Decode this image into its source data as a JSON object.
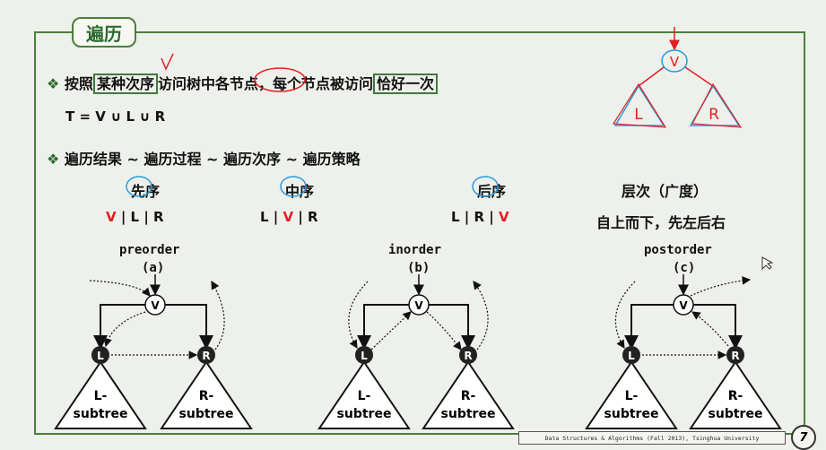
{
  "title": "遍历",
  "line1": {
    "bullet": "❖",
    "p1": "按照",
    "p2": "某种次序",
    "p3": "访问树中各",
    "p4": "节点",
    "p5": "，每个节点被访问",
    "p6": "恰好一次"
  },
  "formula": "T = V ∪ L ∪ R",
  "line2": {
    "bullet": "❖",
    "text": "遍历结果 ~ 遍历过程 ~ 遍历次序 ~ 遍历策略"
  },
  "orders": {
    "preorder": {
      "cn": "先序",
      "seq": [
        "V",
        "L",
        "R"
      ],
      "en": "preorder",
      "tag": "(a)"
    },
    "inorder": {
      "cn": "中序",
      "seq": [
        "L",
        "V",
        "R"
      ],
      "en": "inorder",
      "tag": "(b)"
    },
    "postorder": {
      "cn": "后序",
      "seq": [
        "L",
        "R",
        "V"
      ],
      "en": "postorder",
      "tag": "(c)"
    },
    "level": {
      "cn": "层次（广度）",
      "desc": "自上而下，先左后右"
    }
  },
  "node_labels": {
    "v": "V",
    "l": "L",
    "r": "R"
  },
  "subtree_labels": {
    "left": [
      "L-",
      "subtree"
    ],
    "right": [
      "R-",
      "subtree"
    ]
  },
  "sketch": {
    "root": "V",
    "left": "L",
    "right": "R"
  },
  "footer": "Data Structures & Algorithms (Fall 2013), Tsinghua University",
  "page_number": "7",
  "colors": {
    "green": "#3e7a3e",
    "red": "#e02020",
    "blue": "#2a9ad8"
  }
}
